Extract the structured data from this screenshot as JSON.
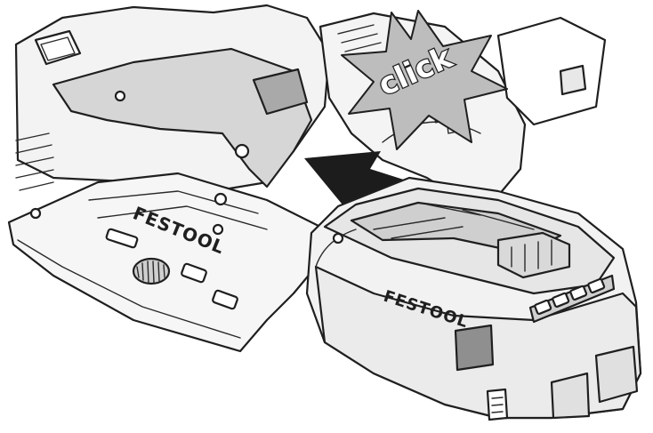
{
  "callout": {
    "text": "click"
  },
  "brand": {
    "tool_logo": "FESTOOL",
    "battery_logo": "FESTOOL"
  },
  "colors": {
    "line": "#1f1f1f",
    "light_fill": "#f1f1f1",
    "mid_fill": "#d4d4d4",
    "dark_fill": "#8f8f8f",
    "arrow": "#1c1c1c",
    "star": "#bdbdbd"
  }
}
